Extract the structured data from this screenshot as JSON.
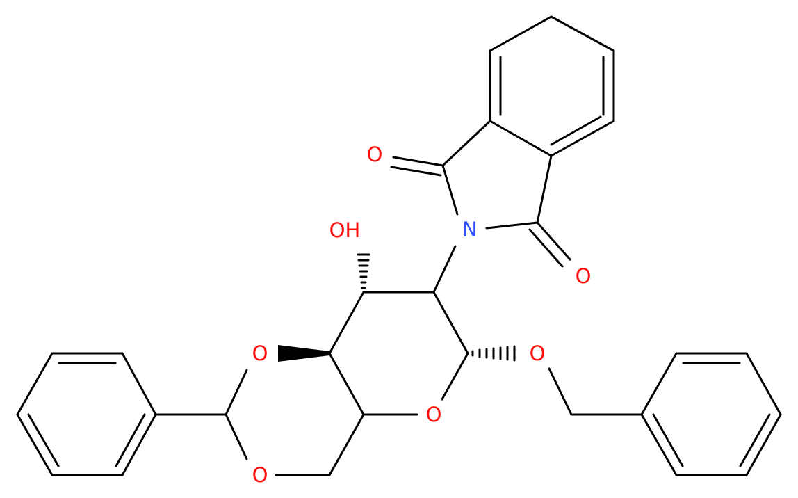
{
  "colors": {
    "carbon_bond": "#000000",
    "oxygen": "#ff0d0d",
    "nitrogen": "#3050f8",
    "background": "#ffffff"
  },
  "atoms": {
    "carbonyl_o_upper": "O",
    "carbonyl_o_lower": "O",
    "imide_n": "N",
    "hydroxyl": "OH",
    "dioxane_o_upper": "O",
    "dioxane_o_lower": "O",
    "ring_o": "O",
    "benzyl_o": "O"
  }
}
